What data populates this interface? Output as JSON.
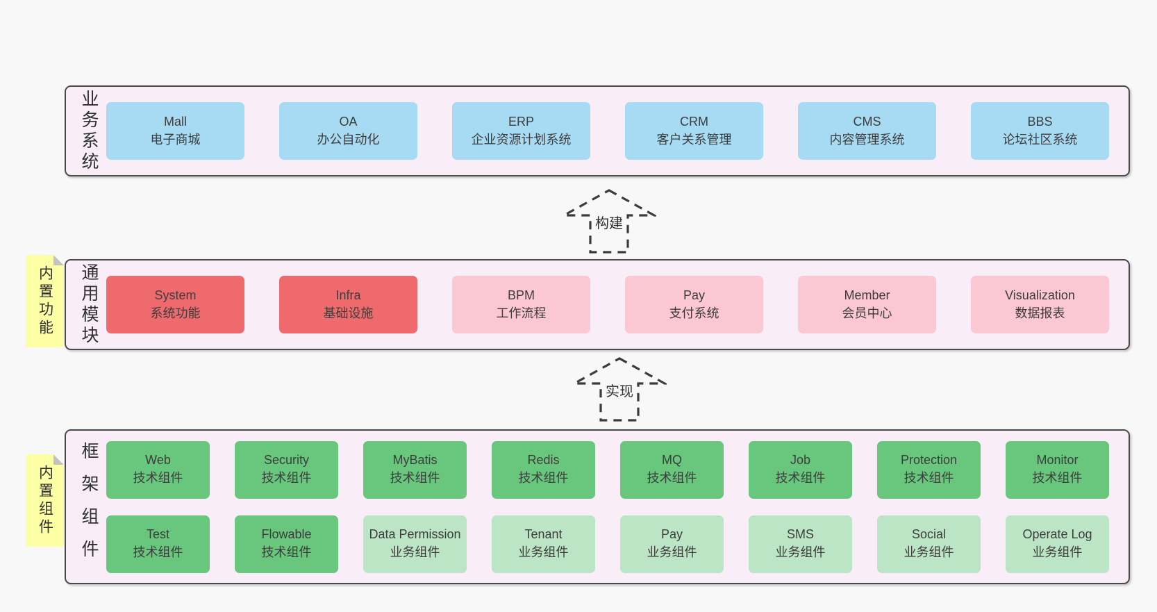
{
  "colors": {
    "page-bg": "#f8f8f8",
    "panel-bg": "#f9eef8",
    "panel-border": "#4a4a4a",
    "box-blue": "#a7daf3",
    "box-red": "#ef6a6d",
    "box-pink": "#fac7d3",
    "box-green": "#68c67d",
    "box-lightgreen": "#bbe5c4",
    "sticky-yellow": "#fdffa4",
    "sticky-fold": "#c2c2c2",
    "text": "#3d3d3d",
    "arrow": "#3b3b3b"
  },
  "arrows": [
    {
      "label": "构建"
    },
    {
      "label": "实现"
    }
  ],
  "sections": [
    {
      "label": "业务系统",
      "rows": [
        [
          {
            "title": "Mall",
            "subtitle": "电子商城"
          },
          {
            "title": "OA",
            "subtitle": "办公自动化"
          },
          {
            "title": "ERP",
            "subtitle": "企业资源计划系统"
          },
          {
            "title": "CRM",
            "subtitle": "客户关系管理"
          },
          {
            "title": "CMS",
            "subtitle": "内容管理系统"
          },
          {
            "title": "BBS",
            "subtitle": "论坛社区系统"
          }
        ]
      ]
    },
    {
      "label": "通用模块",
      "sticky_label": "内置功能",
      "rows": [
        [
          {
            "title": "System",
            "subtitle": "系统功能"
          },
          {
            "title": "Infra",
            "subtitle": "基础设施"
          },
          {
            "title": "BPM",
            "subtitle": "工作流程"
          },
          {
            "title": "Pay",
            "subtitle": "支付系统"
          },
          {
            "title": "Member",
            "subtitle": "会员中心"
          },
          {
            "title": "Visualization",
            "subtitle": "数据报表"
          }
        ]
      ]
    },
    {
      "label": "框架组件",
      "sticky_label": "内置组件",
      "rows": [
        [
          {
            "title": "Web",
            "subtitle": "技术组件"
          },
          {
            "title": "Security",
            "subtitle": "技术组件"
          },
          {
            "title": "MyBatis",
            "subtitle": "技术组件"
          },
          {
            "title": "Redis",
            "subtitle": "技术组件"
          },
          {
            "title": "MQ",
            "subtitle": "技术组件"
          },
          {
            "title": "Job",
            "subtitle": "技术组件"
          },
          {
            "title": "Protection",
            "subtitle": "技术组件"
          },
          {
            "title": "Monitor",
            "subtitle": "技术组件"
          }
        ],
        [
          {
            "title": "Test",
            "subtitle": "技术组件"
          },
          {
            "title": "Flowable",
            "subtitle": "技术组件"
          },
          {
            "title": "Data Permission",
            "subtitle": "业务组件"
          },
          {
            "title": "Tenant",
            "subtitle": "业务组件"
          },
          {
            "title": "Pay",
            "subtitle": "业务组件"
          },
          {
            "title": "SMS",
            "subtitle": "业务组件"
          },
          {
            "title": "Social",
            "subtitle": "业务组件"
          },
          {
            "title": "Operate Log",
            "subtitle": "业务组件"
          }
        ]
      ]
    }
  ]
}
